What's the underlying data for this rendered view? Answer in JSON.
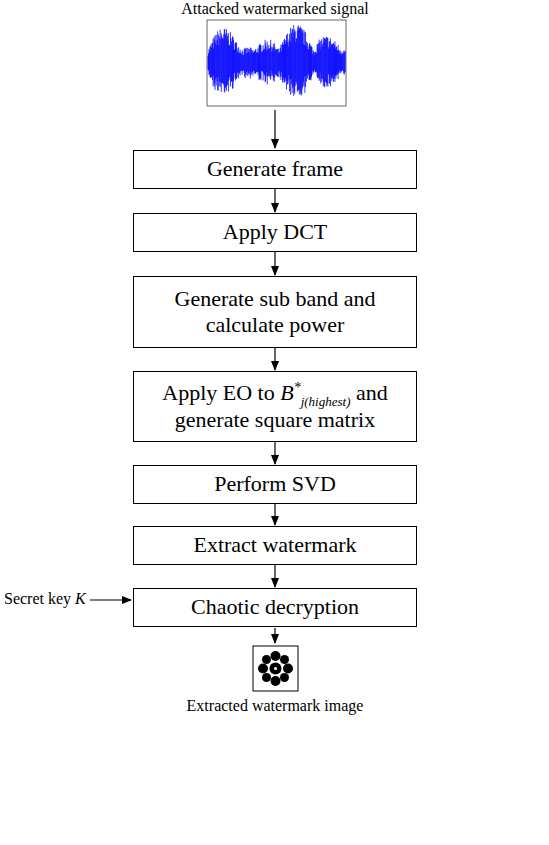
{
  "diagram": {
    "nodes": [
      {
        "text": [
          "Generate frame"
        ]
      },
      {
        "text": [
          "Apply DCT"
        ]
      },
      {
        "text": [
          "Generate sub band and calculate power"
        ]
      },
      {
        "text": [
          "Apply EO to",
          "B",
          "*",
          "j(highest)",
          "and generate square matrix"
        ]
      },
      {
        "text": [
          "Perform SVD"
        ]
      },
      {
        "text": [
          "Extract watermark"
        ]
      },
      {
        "text": [
          "Chaotic decryption"
        ]
      }
    ],
    "edges": [
      {
        "from": 0,
        "to": 1,
        "arrow": "to"
      },
      {
        "from": 1,
        "to": 2,
        "arrow": "to"
      },
      {
        "from": 2,
        "to": 3,
        "arrow": "to"
      },
      {
        "from": 3,
        "to": 4,
        "arrow": "to"
      },
      {
        "from": 4,
        "to": 5,
        "arrow": "to"
      },
      {
        "from": 5,
        "to": 6,
        "arrow": "to"
      }
    ],
    "labels": [
      "Attacked watermarked signal",
      "Secret key",
      "K",
      "Extracted watermark image"
    ]
  }
}
